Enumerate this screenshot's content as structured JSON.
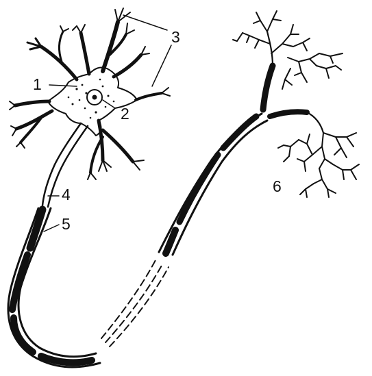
{
  "labels": {
    "l1": "1",
    "l2": "2",
    "l3": "3",
    "l4": "4",
    "l5": "5",
    "l6": "6"
  },
  "colors": {
    "ink": "#111111",
    "background": "#ffffff",
    "myelin": "#1a1a1a"
  }
}
